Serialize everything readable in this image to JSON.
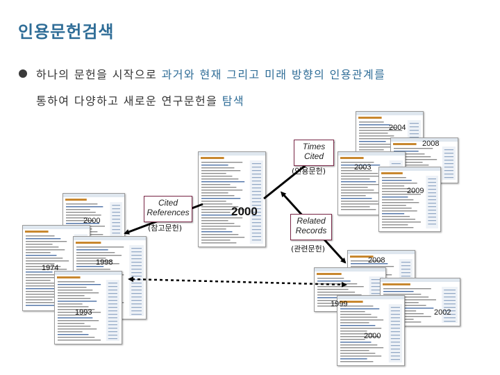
{
  "title": "인용문헌검색",
  "bullet": {
    "part1": "하나의 문헌을 시작으로 ",
    "part2": "과거와 현재 그리고 미래 방향의 인용관계를",
    "part3": "통하여 다양하고 새로운 연구문헌을 ",
    "part4": "탐색"
  },
  "callouts": {
    "times_cited": "Times Cited",
    "times_cited_sub": "(인용문헌)",
    "cited_references": "Cited References",
    "cited_references_sub": "(참고문헌)",
    "related_records": "Related Records",
    "related_records_sub": "(관련문헌)"
  },
  "years": {
    "center": "2000",
    "y2004": "2004",
    "y2008a": "2008",
    "y2003": "2003",
    "y2009": "2009",
    "y2000_left": "2000",
    "y1974": "1974",
    "y1998": "1998",
    "y1993": "1993",
    "y2008b": "2008",
    "y1999": "1999",
    "y2002": "2002",
    "y2000_bottom": "2000"
  },
  "colors": {
    "title": "#2f6d97",
    "accent": "#2f6d97",
    "callout_border": "#7a2747"
  }
}
